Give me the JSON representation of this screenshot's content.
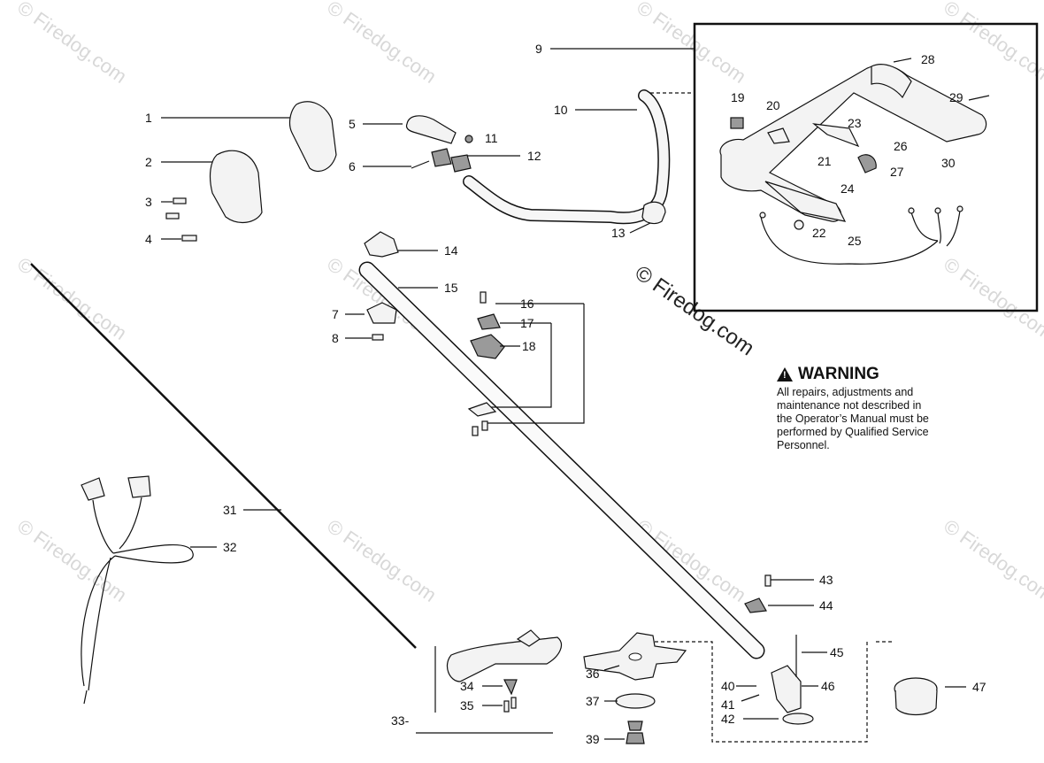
{
  "watermark": {
    "tile_text": "© Firedog.com",
    "main_text": "© Firedog.com"
  },
  "warning": {
    "title": "WARNING",
    "lines": [
      "All repairs, adjustments and",
      "maintenance not described in",
      "the Operator’s Manual must be",
      "performed by Qualified Service",
      "Personnel."
    ]
  },
  "callouts": {
    "p1": "1",
    "p2": "2",
    "p3": "3",
    "p4": "4",
    "p5": "5",
    "p6": "6",
    "p7": "7",
    "p8": "8",
    "p9": "9",
    "p10": "10",
    "p11": "11",
    "p12": "12",
    "p13": "13",
    "p14": "14",
    "p15": "15",
    "p16": "16",
    "p17": "17",
    "p18": "18",
    "p19": "19",
    "p20": "20",
    "p21": "21",
    "p22": "22",
    "p23": "23",
    "p24": "24",
    "p25": "25",
    "p26": "26",
    "p27": "27",
    "p28": "28",
    "p29": "29",
    "p30": "30",
    "p31": "31",
    "p32": "32",
    "p33": "33-",
    "p34": "34",
    "p35": "35",
    "p36": "36",
    "p37": "37",
    "p39": "39",
    "p40": "40",
    "p41": "41",
    "p42": "42",
    "p43": "43",
    "p44": "44",
    "p45": "45",
    "p46": "46",
    "p47": "47"
  }
}
